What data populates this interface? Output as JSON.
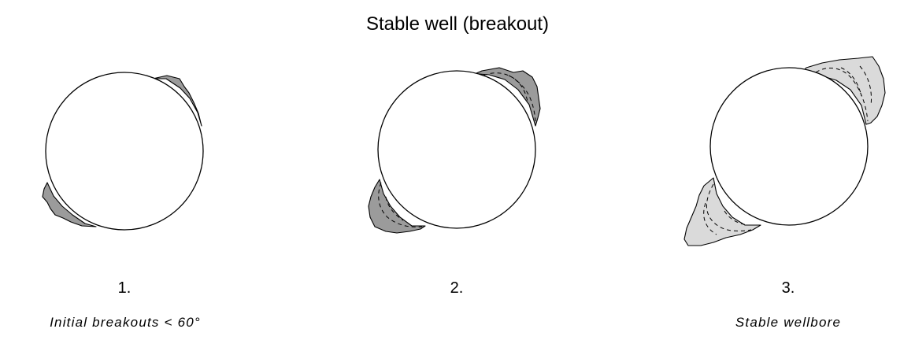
{
  "title": "Stable well (breakout)",
  "stages": [
    {
      "number": "1.",
      "caption": "Initial breakouts < 60°"
    },
    {
      "number": "2.",
      "caption": ""
    },
    {
      "number": "3.",
      "caption": "Stable wellbore"
    }
  ],
  "colors": {
    "breakout_dark": "#9b9b9b",
    "breakout_light": "#dadada",
    "outline": "#000000",
    "well": "#ffffff"
  }
}
